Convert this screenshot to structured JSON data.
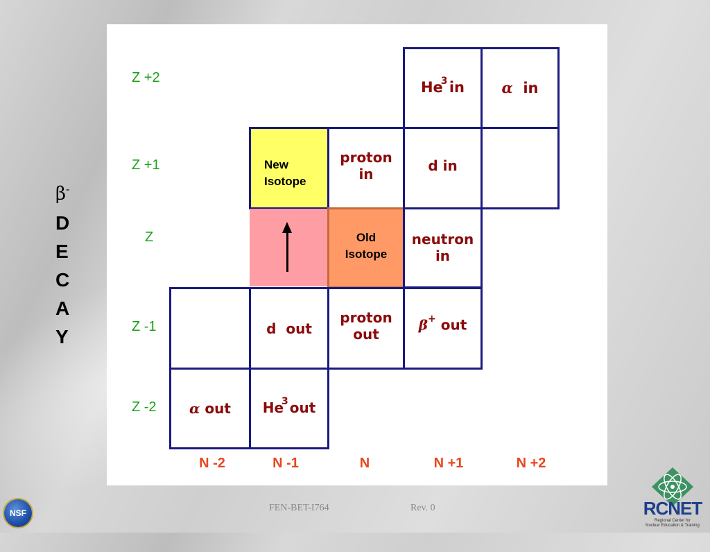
{
  "side_title": {
    "beta": "β",
    "beta_sign": "-",
    "letters": [
      "D",
      "E",
      "C",
      "A",
      "Y"
    ]
  },
  "z_labels": [
    "Z +2",
    "Z +1",
    "Z",
    "Z -1",
    "Z -2"
  ],
  "n_labels": [
    "N -2",
    "N -1",
    "N",
    "N +1",
    "N +2"
  ],
  "cells": {
    "he3_in": {
      "base": "He",
      "sup": "3",
      "rest": "in"
    },
    "alpha_in": {
      "greek": "α",
      "rest": "in"
    },
    "new_isotope": {
      "line1": "New",
      "line2": "Isotope"
    },
    "proton_in": {
      "line1": "proton",
      "line2": "in"
    },
    "d_in": {
      "text": "d in"
    },
    "old_isotope": {
      "line1": "Old",
      "line2": "Isotope"
    },
    "neutron_in": {
      "line1": "neutron",
      "line2": "in"
    },
    "d_out": {
      "text": "d  out"
    },
    "proton_out": {
      "line1": "proton",
      "line2": "out"
    },
    "beta_plus_out": {
      "greek": "β",
      "sup": "+",
      "rest": "out"
    },
    "alpha_out": {
      "greek": "α",
      "rest": "out"
    },
    "he3_out": {
      "base": "He",
      "sup": "3",
      "rest": "out"
    }
  },
  "colors": {
    "new_isotope": "#ffff66",
    "pink_cell": "#ff9da5",
    "old_isotope": "#ff9966",
    "grid_border": "#1a1a80",
    "z_label": "#18a018",
    "n_label": "#e8461e",
    "cell_text": "#8b0a0a"
  },
  "footer": {
    "doc_id": "FEN-BET-I764",
    "revision": "Rev. 0",
    "nsf_logo": "NSF",
    "rcnet_logo": "RCNET",
    "rcnet_subtitle_1": "Regional Center for",
    "rcnet_subtitle_2": "Nuclear Education & Training"
  }
}
